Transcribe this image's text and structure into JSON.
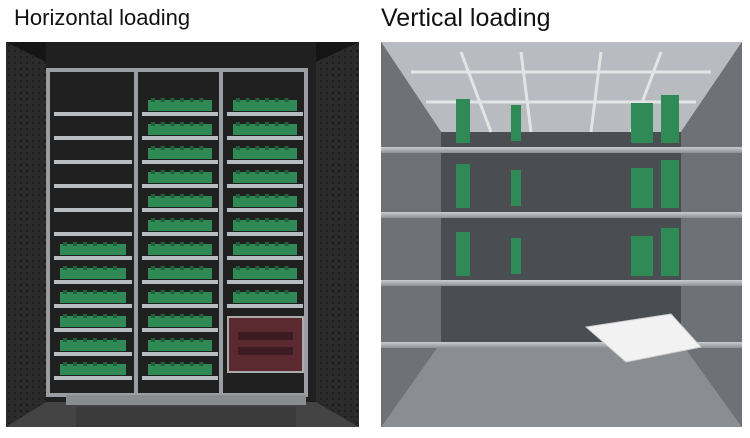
{
  "figure": {
    "left_caption": "Horizontal loading",
    "right_caption": "Vertical loading"
  },
  "panels": [
    {
      "id": "horizontal",
      "caption_ref": "left_caption",
      "scene": "test chamber with horizontally stacked circuit boards on rack trays"
    },
    {
      "id": "vertical",
      "caption_ref": "right_caption",
      "scene": "test chamber with vertically mounted circuit boards on shelves"
    }
  ],
  "colors": {
    "board_green": "#2f8a55",
    "chamber_dark": "#1a1a1a",
    "steel": "#b9bcc0",
    "paper": "#f2f2f2",
    "board_maroon": "#5a2a30"
  }
}
